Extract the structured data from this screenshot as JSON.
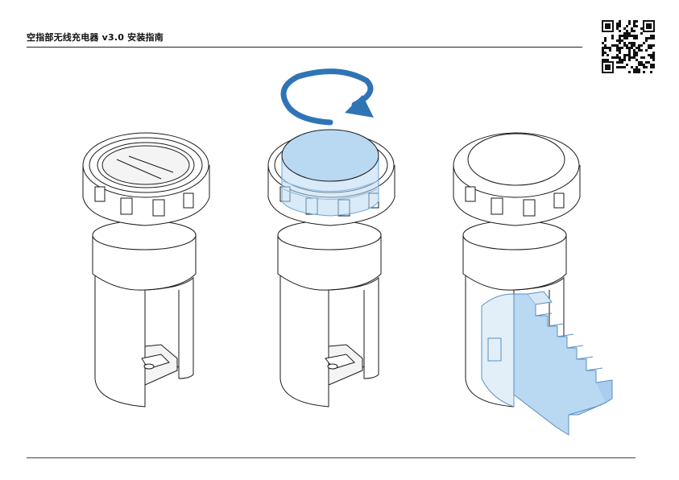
{
  "header": {
    "title": "空指部无线充电器 v3.0 安装指南"
  },
  "colors": {
    "accent": "#2f75b5",
    "highlight_fill": "#b9d8f2",
    "highlight_stroke": "#6aa3d3",
    "line": "#1a1a1a"
  },
  "icons": {
    "rotate": "rotate-arrow-icon",
    "qr": "qr-code-icon"
  },
  "steps": [
    {
      "id": 1,
      "state": "empty-housing"
    },
    {
      "id": 2,
      "state": "insert-and-twist-cap"
    },
    {
      "id": 3,
      "state": "assembled-with-mount"
    }
  ]
}
